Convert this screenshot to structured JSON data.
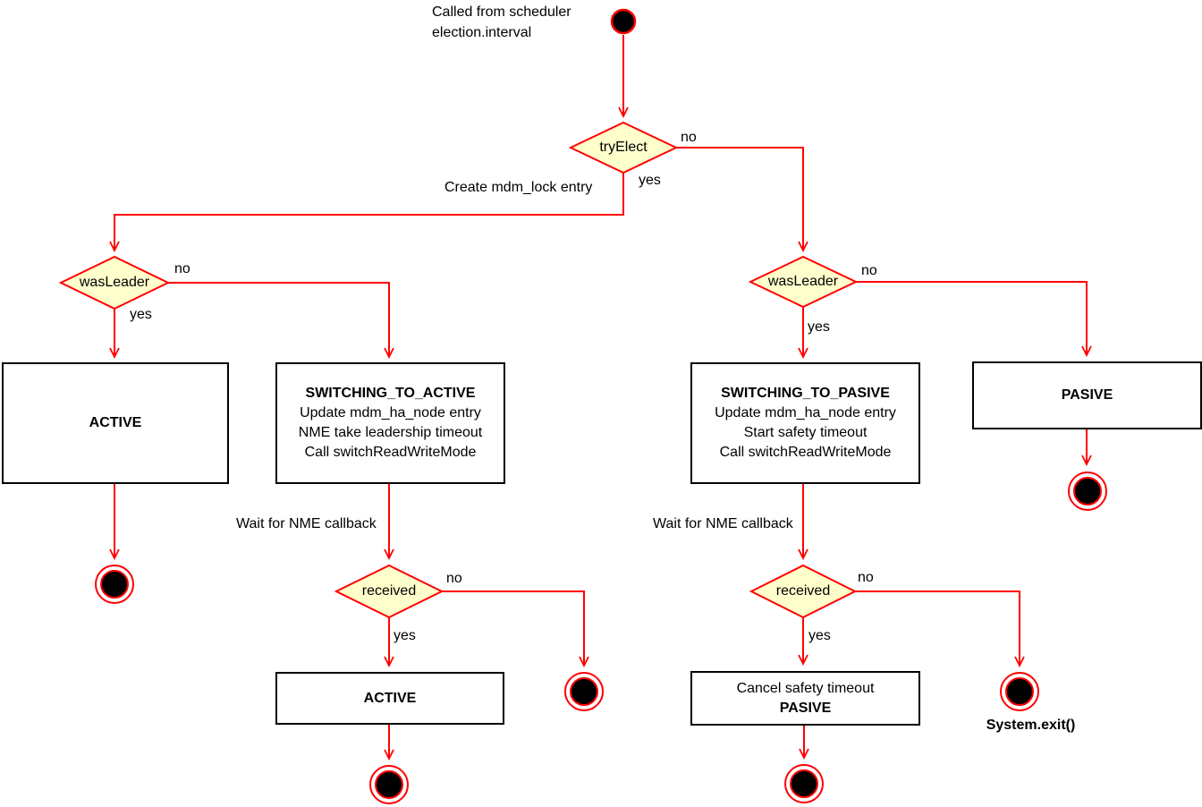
{
  "colors": {
    "edge": "#ff0000",
    "decision_fill": "#ffffcc",
    "decision_border": "#ff0000",
    "state_fill": "#ffffff",
    "state_border": "#000000",
    "terminal_fill": "#000000",
    "text": "#000000"
  },
  "annotations": {
    "start_caption_line1": "Called from scheduler",
    "start_caption_line2": "election.interval",
    "system_exit": "System.exit()"
  },
  "decisions": {
    "try_elect": {
      "label": "tryElect",
      "yes": "yes",
      "no": "no"
    },
    "was_leader_left": {
      "label": "wasLeader",
      "yes": "yes",
      "no": "no"
    },
    "was_leader_right": {
      "label": "wasLeader",
      "yes": "yes",
      "no": "no"
    },
    "received_left": {
      "label": "received",
      "yes": "yes",
      "no": "no"
    },
    "received_right": {
      "label": "received",
      "yes": "yes",
      "no": "no"
    }
  },
  "edge_labels": {
    "create_mdm_lock": "Create mdm_lock entry",
    "wait_nme_left": "Wait for NME callback",
    "wait_nme_right": "Wait for NME callback"
  },
  "states": {
    "active_left": {
      "title": "ACTIVE"
    },
    "switching_to_active": {
      "title": "SWITCHING_TO_ACTIVE",
      "lines": [
        "Update mdm_ha_node entry",
        "NME take leadership timeout",
        "Call switchReadWriteMode"
      ]
    },
    "active_bottom": {
      "title": "ACTIVE"
    },
    "switching_to_pasive": {
      "title": "SWITCHING_TO_PASIVE",
      "lines": [
        "Update mdm_ha_node entry",
        "Start safety timeout",
        "Call switchReadWriteMode"
      ]
    },
    "pasive": {
      "title": "PASIVE"
    },
    "cancel_safety": {
      "line": "Cancel safety timeout",
      "title": "PASIVE"
    }
  }
}
